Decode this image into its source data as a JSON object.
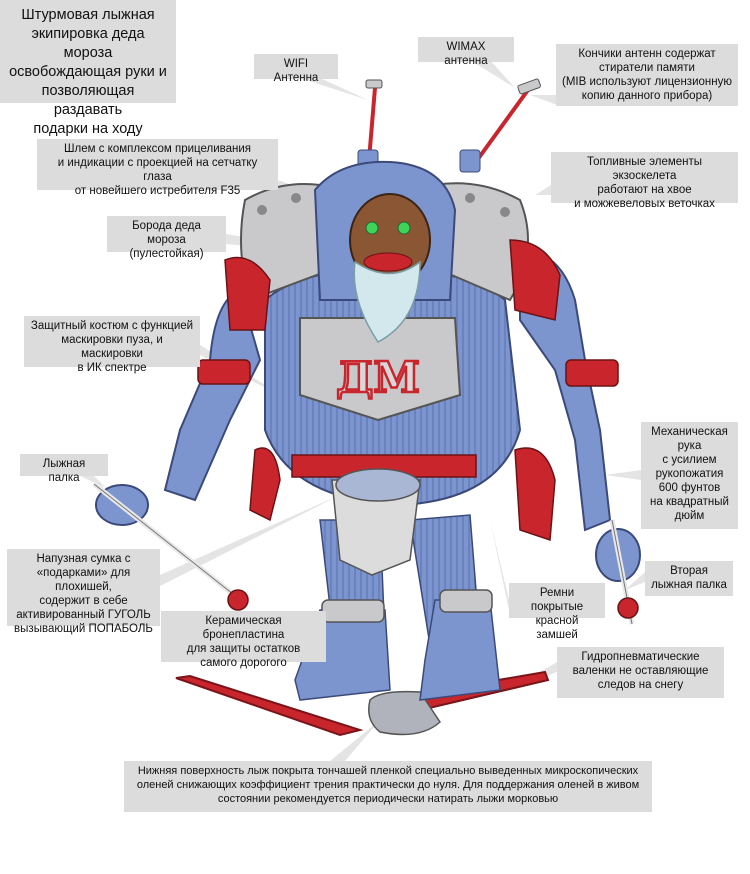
{
  "labels": {
    "title": [
      "Штурмовая лыжная",
      "экипировка деда мороза",
      "освобождающая руки и",
      "позволяющая раздавать",
      "подарки на ходу"
    ],
    "wifi": [
      "WIFI Антенна"
    ],
    "wimax": [
      "WIMAX антенна"
    ],
    "eraser": [
      "Кончики антенн содержат",
      "стиратели памяти",
      "(MIB используют лицензионную",
      "копию данного прибора)"
    ],
    "helmet": [
      "Шлем с комплексом прицеливания",
      "и индикации с проекцией на сетчатку глаза",
      "от новейшего истребителя F35"
    ],
    "fuel": [
      "Топливные элементы экзоскелета",
      "работают на хвое",
      "и можжевеловых веточках"
    ],
    "beard": [
      "Борода деда мороза",
      "(пулестойкая)"
    ],
    "suit": [
      "Защитный костюм с функцией",
      "маскировки пуза, и маскировки",
      "в ИК спектре"
    ],
    "arm": [
      "Механическая",
      "рука",
      "с усилием",
      "рукопожатия",
      "600 фунтов",
      "на квадратный",
      "дюйм"
    ],
    "pole": [
      "Лыжная палка"
    ],
    "bag": [
      "Напузная сумка с",
      "«подарками» для плохишей,",
      "содержит в себе",
      "активированный ГУГОЛЬ",
      "вызывающий ПОПАБОЛЬ"
    ],
    "pole2": [
      "Вторая",
      "лыжная палка"
    ],
    "straps": [
      "Ремни покрытые",
      "красной замшей"
    ],
    "ceramic": [
      "Керамическая бронепластина",
      "для защиты остатков",
      "самого дорогого"
    ],
    "boots": [
      "Гидропневматические",
      "валенки не оставляющие",
      "следов на снегу"
    ],
    "skis": [
      "Нижняя поверхность лыж покрыта тончашей пленкой специально выведенных микроскопических",
      "оленей снижающих коэффициент трения практически до нуля. Для поддержания оленей в живом",
      "состоянии рекомендуется периодически натирать лыжи морковью"
    ]
  },
  "chest_letters": "ДМ",
  "colors": {
    "suit_blue": "#7d95cf",
    "armor_red": "#c8262c",
    "armor_grey": "#c9c9cc",
    "beard": "#d3e8ec",
    "eyes": "#3fd35a",
    "label_bg": "#dcdcdc"
  }
}
